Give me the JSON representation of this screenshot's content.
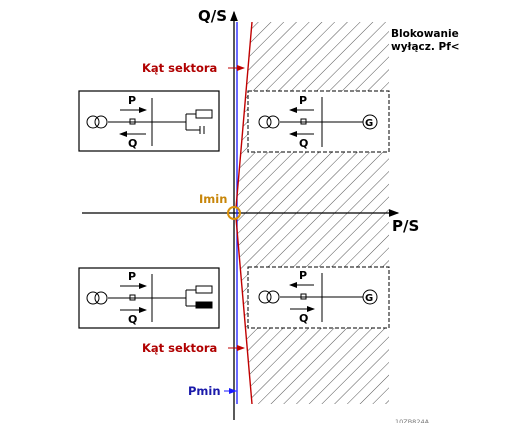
{
  "axes": {
    "y_label": "Q/S",
    "x_label": "P/S"
  },
  "labels": {
    "blocking": [
      "Blokowanie",
      "wyłącz. Pf<"
    ],
    "sector_angle_top": "Kąt sektora",
    "sector_angle_bottom": "Kąt sektora",
    "imin": "Imin",
    "pmin": "Pmin",
    "figure_id": "10ZB824A"
  },
  "boxes": {
    "p_label": "P",
    "q_label": "Q",
    "generator_symbol": "G"
  },
  "colors": {
    "sector_line": "#c00000",
    "pmin_line": "#1a1aff",
    "imin_circle": "#d9900a",
    "label_red": "#b00000",
    "label_blue": "#1a1aaa",
    "label_orange": "#c8860a",
    "axis": "#000000",
    "hatch": "#555555"
  }
}
